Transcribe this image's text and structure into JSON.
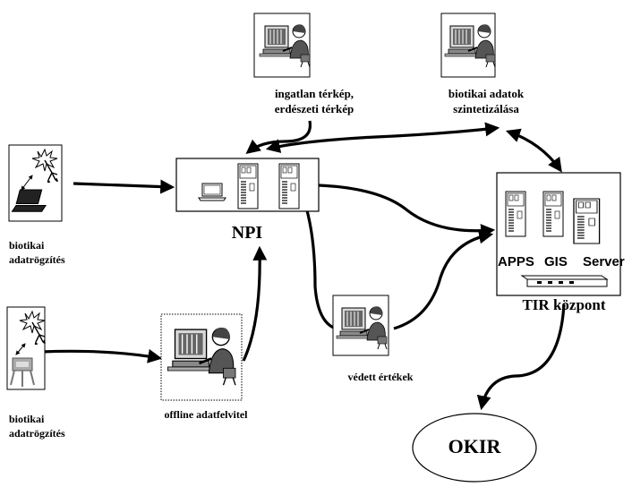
{
  "labels": {
    "top_left_person": [
      "ingatlan térkép,",
      "erdészeti térkép"
    ],
    "top_right_person": [
      "biotikai adatok",
      "szintetizálása"
    ],
    "left_top_station": [
      "biotikai",
      "adatrögzítés"
    ],
    "left_bottom_station": [
      "biotikai",
      "adatrögzítés"
    ],
    "npi": "NPI",
    "offline": "offline adatfelvitel",
    "protected": "védett értékek",
    "tir_center": "TIR központ",
    "okir": "OKIR",
    "server_apps": "APPS",
    "server_gis": "GIS",
    "server_server": "Server"
  },
  "icons": {
    "person_workstation": "person-at-computer-icon",
    "laptop": "laptop-icon",
    "server": "server-tower-icon",
    "plant": "plant-icon",
    "gps": "gps-receiver-icon",
    "network_switch": "network-switch-icon"
  },
  "colors": {
    "line": "#000000",
    "background": "#ffffff"
  }
}
